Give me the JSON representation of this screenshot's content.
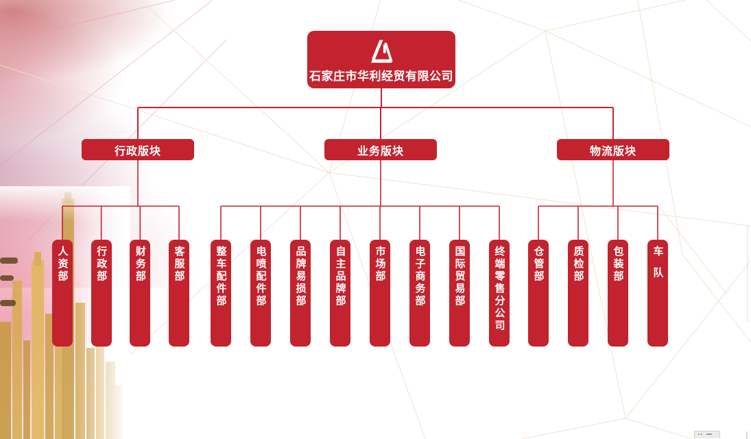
{
  "company": {
    "name": "石家庄市华利经贸有限公司"
  },
  "sections": [
    {
      "label": "行政版块",
      "departments": [
        "人资部",
        "行政部",
        "财务部",
        "客服部"
      ]
    },
    {
      "label": "业务版块",
      "departments": [
        "整车配件部",
        "电喷配件部",
        "品牌易损部",
        "自主品牌部",
        "市场部",
        "电子商务部",
        "国际贸易部",
        "终端零售分公司"
      ]
    },
    {
      "label": "物流版块",
      "departments": [
        "仓管部",
        "质检部",
        "包装部",
        "车队"
      ]
    }
  ],
  "colors": {
    "primary": "#c2232e",
    "connector": "#c5242f",
    "mesh_line": "#f0e1cd",
    "mesh_line_warm": "#dc98a0"
  }
}
